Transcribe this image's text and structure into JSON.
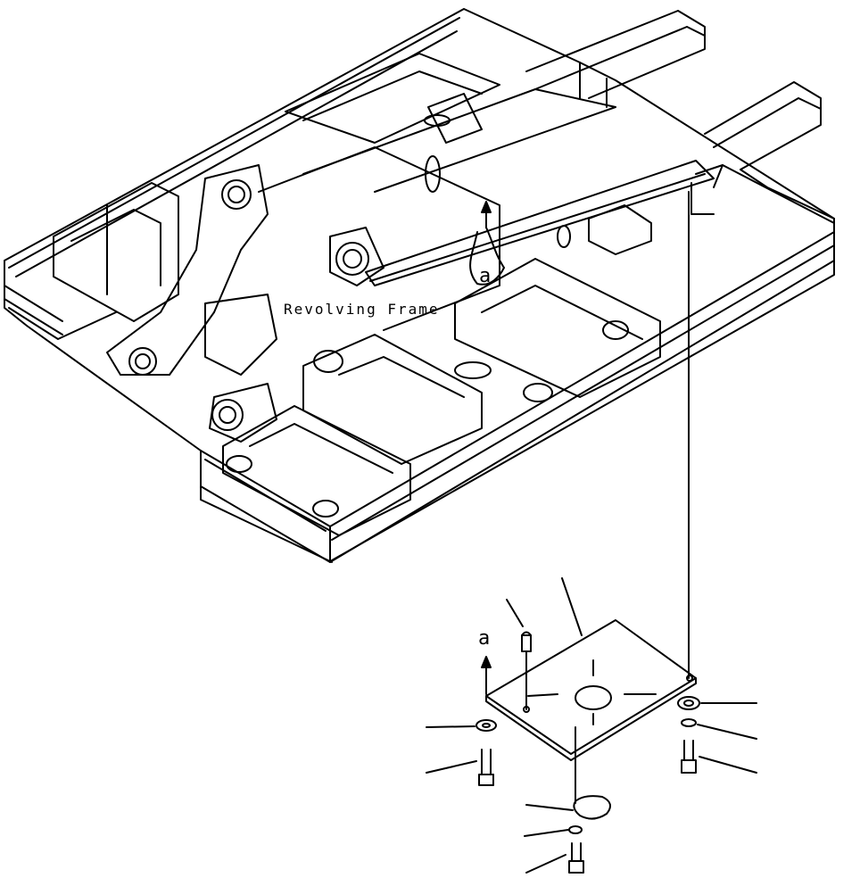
{
  "diagram": {
    "frame_label": "Revolving Frame",
    "view_marker_top": "a",
    "view_marker_bottom": "a"
  },
  "colors": {
    "line": "#000000",
    "background": "#ffffff"
  }
}
